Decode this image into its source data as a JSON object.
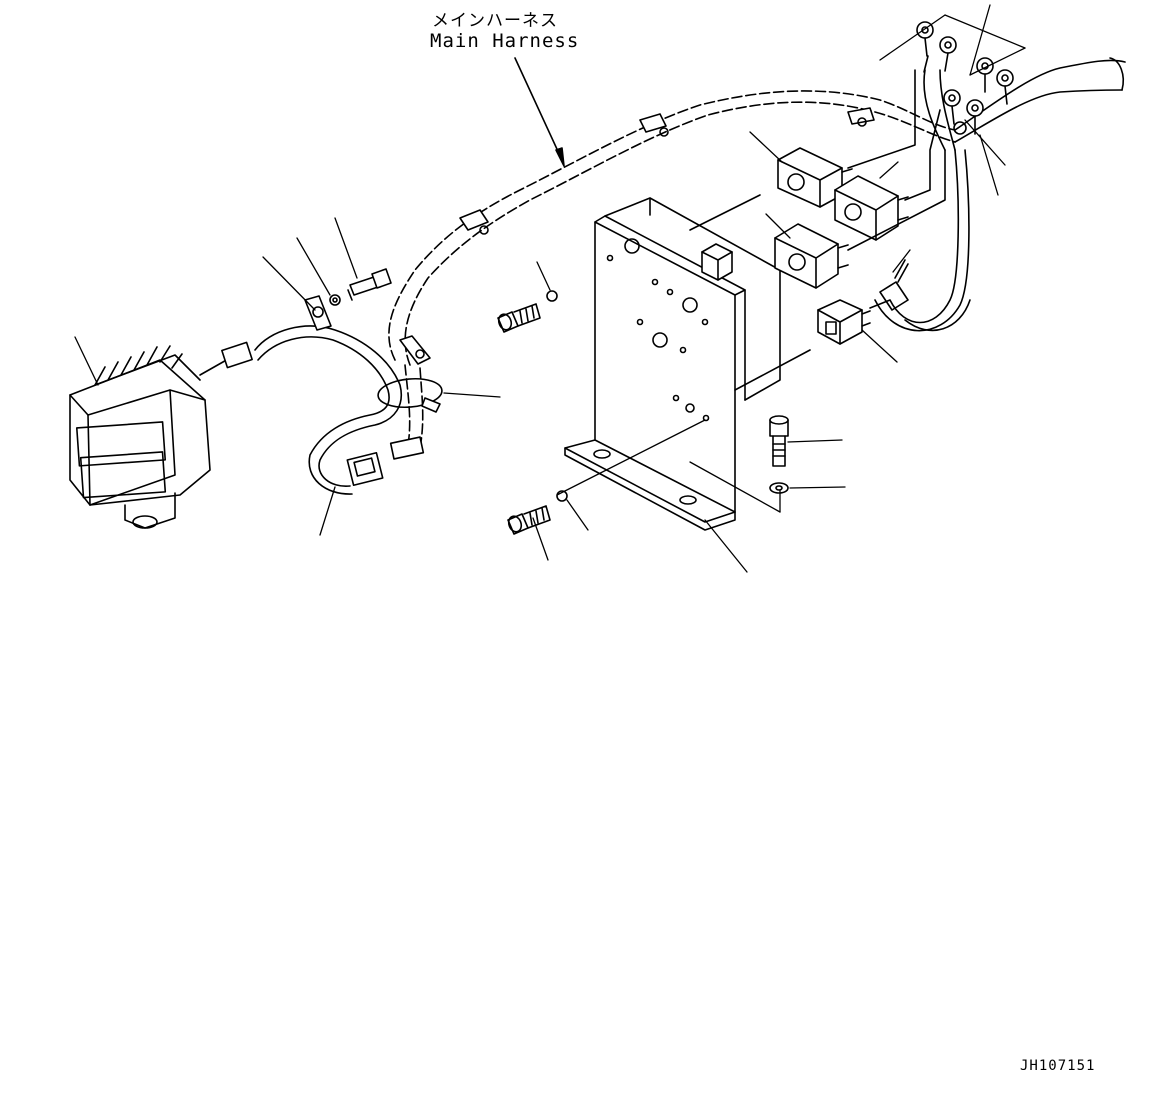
{
  "harness_label": {
    "japanese": "メインハーネス",
    "english": "Main Harness"
  },
  "drawing_code": "JH107151"
}
